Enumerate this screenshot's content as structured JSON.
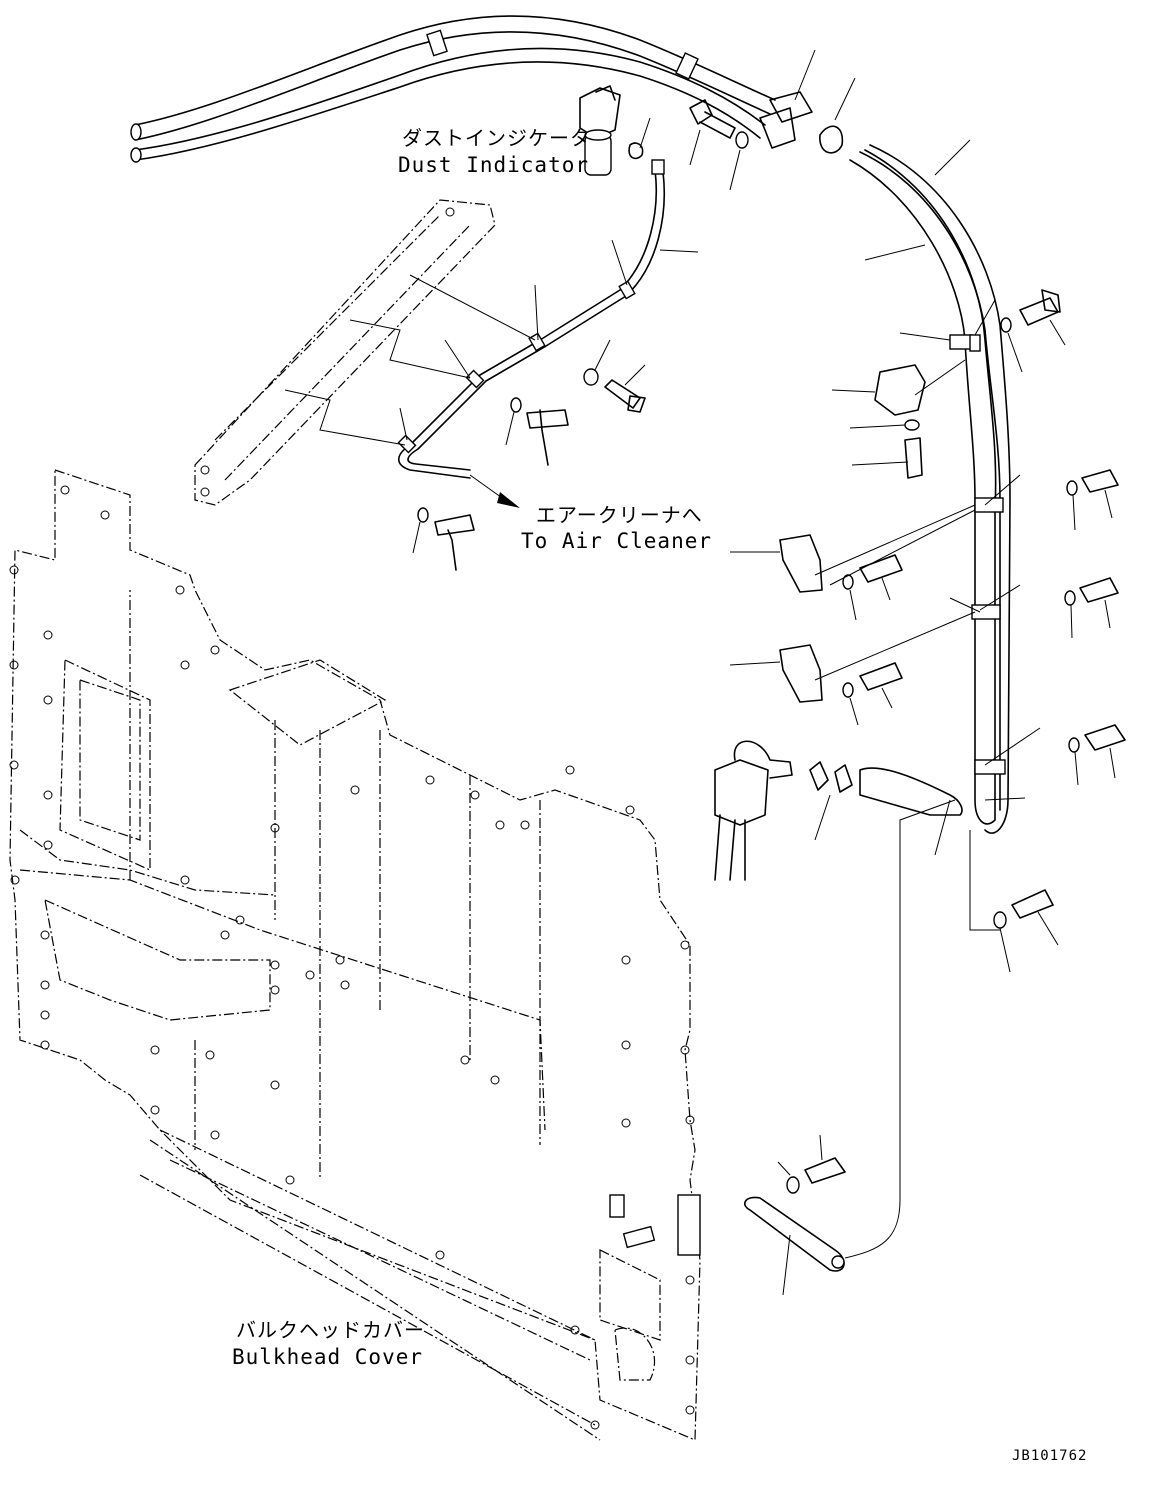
{
  "labels": {
    "dust_indicator_jp": "ダストインジケータ",
    "dust_indicator_en": "Dust Indicator",
    "air_cleaner_jp": "エアークリーナへ",
    "air_cleaner_en": "To Air Cleaner",
    "bulkhead_cover_jp": "バルクヘッドカバー",
    "bulkhead_cover_en": "Bulkhead Cover"
  },
  "drawing_code": "JB101762"
}
